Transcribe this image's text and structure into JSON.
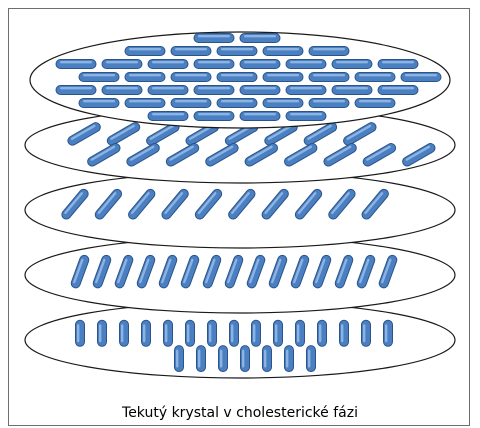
{
  "caption": "Tekutý krystal v cholesterické fázi",
  "colors": {
    "molecule_fill": "#4a7fc1",
    "molecule_outline": "#2b5488",
    "molecule_highlight": "#9cc0ea",
    "layer_outline": "#1a1a1a",
    "layer_fill": "#ffffff",
    "frame_border": "#6e6e6e"
  },
  "layers": [
    {
      "name": "layer-5-top",
      "director_angle_deg": 0
    },
    {
      "name": "layer-4",
      "director_angle_deg": -30
    },
    {
      "name": "layer-3",
      "director_angle_deg": -50
    },
    {
      "name": "layer-2",
      "director_angle_deg": -70
    },
    {
      "name": "layer-1-bottom",
      "director_angle_deg": -90
    }
  ]
}
